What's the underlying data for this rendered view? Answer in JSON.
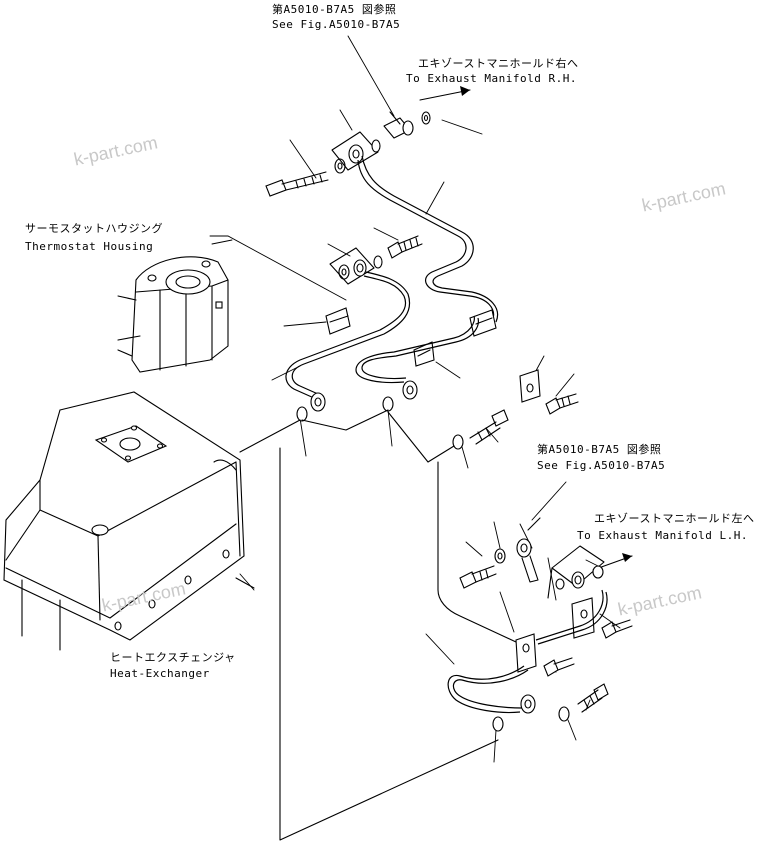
{
  "labels": {
    "ref_top_jp": "第A5010-B7A5 図参照",
    "ref_top_en": "See Fig.A5010-B7A5",
    "exhaust_rh_jp": "エキゾーストマニホールド右へ",
    "exhaust_rh_en": "To Exhaust Manifold R.H.",
    "thermostat_jp": "サーモスタットハウジング",
    "thermostat_en": "Thermostat Housing",
    "ref_mid_jp": "第A5010-B7A5 図参照",
    "ref_mid_en": "See Fig.A5010-B7A5",
    "exhaust_lh_jp": "エキゾーストマニホールド左へ",
    "exhaust_lh_en": "To Exhaust Manifold L.H.",
    "heat_exchanger_jp": "ヒートエクスチェンジャ",
    "heat_exchanger_en": "Heat-Exchanger"
  },
  "watermarks": [
    "k-part.com",
    "k-part.com",
    "k-part.com",
    "k-part.com"
  ]
}
